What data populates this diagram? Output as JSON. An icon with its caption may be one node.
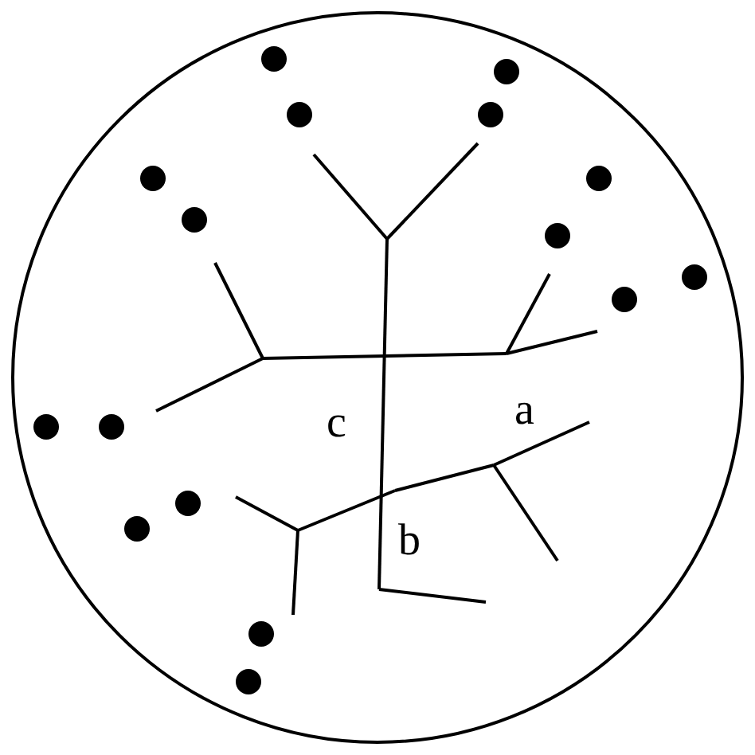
{
  "diagram": {
    "labels": [
      "c",
      "a",
      "b"
    ]
  }
}
